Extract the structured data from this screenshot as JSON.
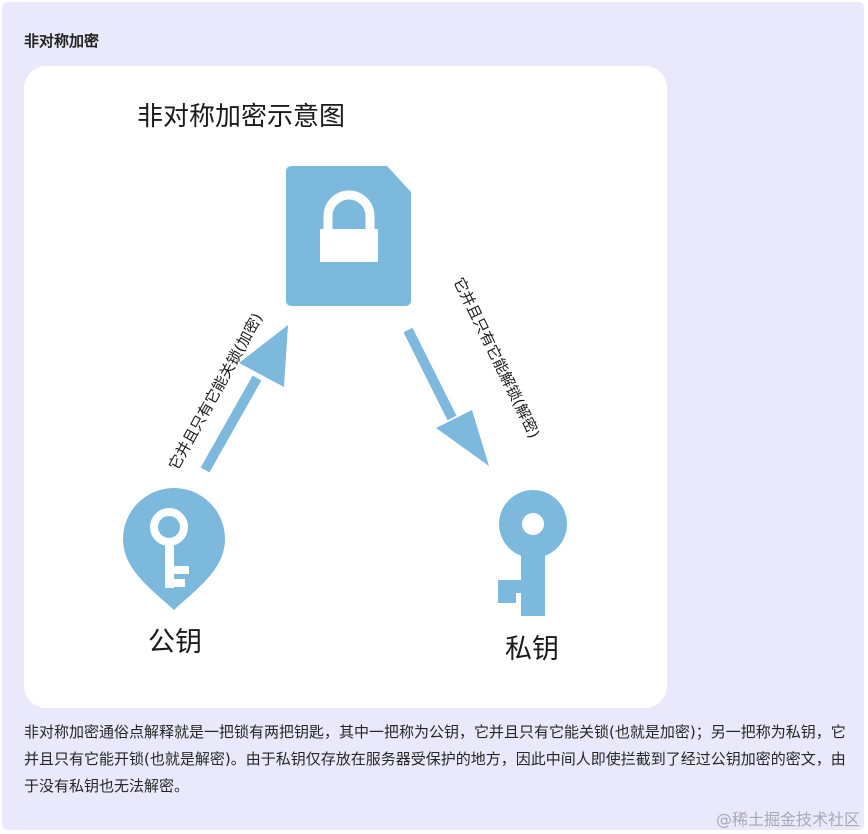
{
  "section_title": "非对称加密",
  "diagram": {
    "title": "非对称加密示意图",
    "left_arrow_label": "它并且只有它能关锁(加密)",
    "right_arrow_label": "它并且只有它能解锁(解密)",
    "public_key_label": "公钥",
    "private_key_label": "私钥",
    "accent_color": "#7db9dc",
    "icons": [
      "lock-document-icon",
      "public-key-icon",
      "private-key-icon",
      "arrow-up-right-icon",
      "arrow-down-right-icon"
    ]
  },
  "description": "非对称加密通俗点解释就是一把锁有两把钥匙，其中一把称为公钥，它并且只有它能关锁(也就是加密)；另一把称为私钥，它并且只有它能开锁(也就是解密)。由于私钥仅存放在服务器受保护的地方，因此中间人即使拦截到了经过公钥加密的密文，由于没有私钥也无法解密。",
  "watermark": "@稀土掘金技术社区"
}
